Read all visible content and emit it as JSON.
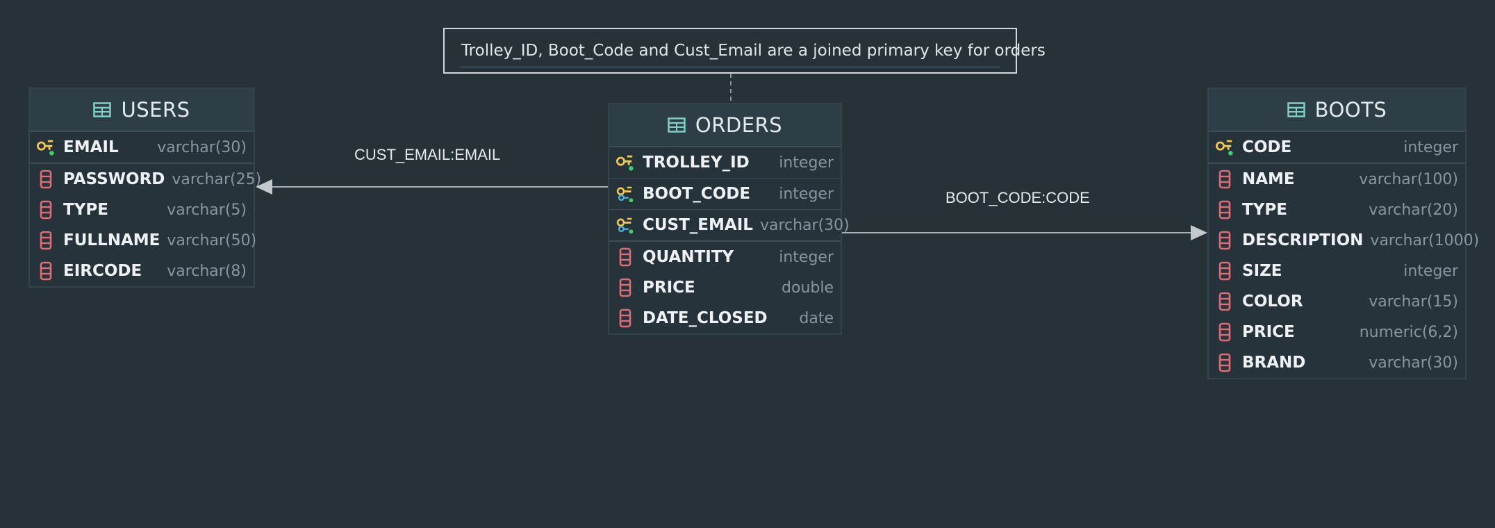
{
  "note": {
    "text": "Trolley_ID, Boot_Code and Cust_Email are a joined primary key for orders"
  },
  "relations": {
    "users_orders_label": "CUST_EMAIL:EMAIL",
    "orders_boots_label": "BOOT_CODE:CODE"
  },
  "tables": {
    "users": {
      "title": "USERS",
      "columns": [
        {
          "name": "EMAIL",
          "type": "varchar(30)",
          "icon": "primary-key-icon"
        },
        {
          "name": "PASSWORD",
          "type": "varchar(25)",
          "icon": "column-icon"
        },
        {
          "name": "TYPE",
          "type": "varchar(5)",
          "icon": "column-icon"
        },
        {
          "name": "FULLNAME",
          "type": "varchar(50)",
          "icon": "column-icon"
        },
        {
          "name": "EIRCODE",
          "type": "varchar(8)",
          "icon": "column-icon"
        }
      ]
    },
    "orders": {
      "title": "ORDERS",
      "columns": [
        {
          "name": "TROLLEY_ID",
          "type": "integer",
          "icon": "primary-key-icon"
        },
        {
          "name": "BOOT_CODE",
          "type": "integer",
          "icon": "foreign-key-icon"
        },
        {
          "name": "CUST_EMAIL",
          "type": "varchar(30)",
          "icon": "foreign-key-icon"
        },
        {
          "name": "QUANTITY",
          "type": "integer",
          "icon": "column-icon"
        },
        {
          "name": "PRICE",
          "type": "double",
          "icon": "column-icon"
        },
        {
          "name": "DATE_CLOSED",
          "type": "date",
          "icon": "column-icon"
        }
      ]
    },
    "boots": {
      "title": "BOOTS",
      "columns": [
        {
          "name": "CODE",
          "type": "integer",
          "icon": "primary-key-icon"
        },
        {
          "name": "NAME",
          "type": "varchar(100)",
          "icon": "column-icon"
        },
        {
          "name": "TYPE",
          "type": "varchar(20)",
          "icon": "column-icon"
        },
        {
          "name": "DESCRIPTION",
          "type": "varchar(1000)",
          "icon": "column-icon"
        },
        {
          "name": "SIZE",
          "type": "integer",
          "icon": "column-icon"
        },
        {
          "name": "COLOR",
          "type": "varchar(15)",
          "icon": "column-icon"
        },
        {
          "name": "PRICE",
          "type": "numeric(6,2)",
          "icon": "column-icon"
        },
        {
          "name": "BRAND",
          "type": "varchar(30)",
          "icon": "column-icon"
        }
      ]
    }
  },
  "colors": {
    "background": "#263238",
    "key": "#f2c94c",
    "column": "#e06c75",
    "table_icon": "#7fd1c7"
  }
}
